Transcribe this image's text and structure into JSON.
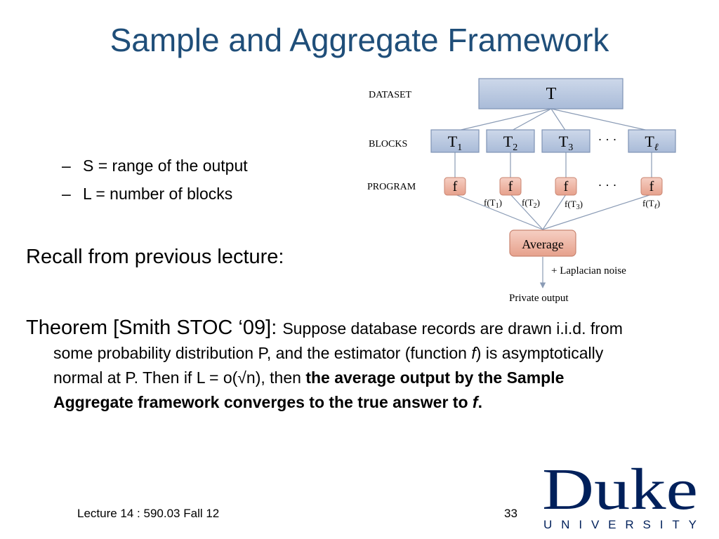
{
  "slide": {
    "title": "Sample and Aggregate Framework",
    "bullets": [
      "S = range of the output",
      "L = number of blocks"
    ],
    "bullet_marker": "–",
    "recall": "Recall from previous lecture:",
    "theorem": {
      "lead": "Theorem [Smith STOC ‘09]: ",
      "line1": "Suppose database records are drawn i.i.d. from",
      "line2a": "some probability distribution P, and the estimator (function ",
      "f_symbol": "f",
      "line2b": ") is asymptotically",
      "line3a": "normal at P. Then if L = o(√n), then ",
      "bold1": "the average output by the Sample",
      "bold2": "Aggregate framework converges to the true answer to ",
      "bold_f": "f",
      "bold_end": "."
    },
    "footer": {
      "left": "Lecture 14 : 590.03 Fall 12",
      "page": "33"
    },
    "logo": {
      "word": "Duke",
      "sub": "UNIVERSITY",
      "color": "#00205b"
    }
  },
  "diagram": {
    "row_labels": {
      "dataset": "DATASET",
      "blocks": "BLOCKS",
      "program": "PROGRAM"
    },
    "dataset_node": "T",
    "blocks": [
      {
        "base": "T",
        "sub": "1"
      },
      {
        "base": "T",
        "sub": "2"
      },
      {
        "base": "T",
        "sub": "3"
      },
      {
        "base": "T",
        "sub": "ℓ"
      }
    ],
    "ellipsis": "· · ·",
    "program_label": "f",
    "outputs": [
      {
        "base": "f(T",
        "sub": "1",
        "end": ")"
      },
      {
        "base": "f(T",
        "sub": "2",
        "end": ")"
      },
      {
        "base": "f(T",
        "sub": "3",
        "end": ")"
      },
      {
        "base": "f(T",
        "sub": "ℓ",
        "end": ")"
      }
    ],
    "average": "Average",
    "noise": "+ Laplacian noise",
    "private_output": "Private output",
    "colors": {
      "block_fill": "#b8c7de",
      "block_stroke": "#7e93b5",
      "f_fill": "#efb7a6",
      "f_stroke": "#c98470",
      "avg_fill": "#f3c3b4"
    }
  }
}
